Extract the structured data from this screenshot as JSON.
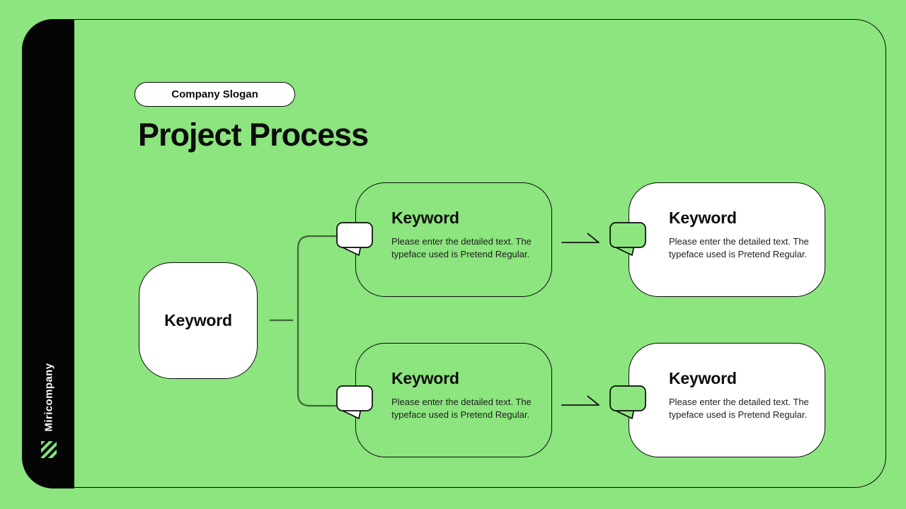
{
  "colors": {
    "background_green": "#8CE57E",
    "panel_black": "#0A0A0A",
    "box_white": "#FFFFFF",
    "connector_green": "#3F6739",
    "arrow_black": "#151515"
  },
  "sidebar": {
    "brand": "Miricompany",
    "logo_icon": "diagonal-stripes-mark"
  },
  "header": {
    "slogan_badge": "Company Slogan",
    "title": "Project Process"
  },
  "diagram": {
    "root": {
      "label": "Keyword"
    },
    "nodes": [
      {
        "id": "top-middle",
        "label": "Keyword",
        "desc1": "Please enter the detailed text. The",
        "desc2": "typeface used is Pretend Regular.",
        "style": "outlined",
        "tab_color": "white"
      },
      {
        "id": "top-right",
        "label": "Keyword",
        "desc1": "Please enter the detailed text. The",
        "desc2": "typeface used is Pretend Regular.",
        "style": "filled",
        "tab_color": "green"
      },
      {
        "id": "bottom-middle",
        "label": "Keyword",
        "desc1": "Please enter the detailed text. The",
        "desc2": "typeface used is Pretend Regular.",
        "style": "outlined",
        "tab_color": "white"
      },
      {
        "id": "bottom-right",
        "label": "Keyword",
        "desc1": "Please enter the detailed text. The",
        "desc2": "typeface used is Pretend Regular.",
        "style": "filled",
        "tab_color": "green"
      }
    ]
  }
}
